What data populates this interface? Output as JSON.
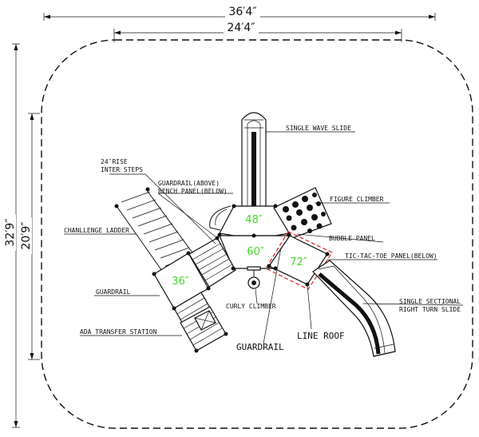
{
  "dimensions": {
    "outer_width": "36′4″",
    "inner_width": "24′4″",
    "outer_height": "32′9″",
    "inner_height": "20′9″"
  },
  "decks": {
    "d48": "48″",
    "d60": "60″",
    "d72": "72″",
    "d36": "36″"
  },
  "labels": {
    "single_wave_slide": "SINGLE WAVE SLIDE",
    "rise_steps_line1": "24″RISE",
    "rise_steps_line2": "INTER STEPS",
    "guardrail_bench_line1": "GUARDRAIL(ABOVE)",
    "guardrail_bench_line2": "BENCH PANEL(BELOW)",
    "figure_climber": "FIGURE CLIMBER",
    "challenge_ladder": "CHANLLENGE LADDER",
    "bubble_panel": "BUBBLE PANEL",
    "tic_tac_toe": "TIC-TAC-TOE PANEL(BELOW)",
    "guardrail_left": "GUARDRAIL",
    "curly_climber": "CURLY CLIMBER",
    "single_sectional_line1": "SINGLE SECTIONAL",
    "single_sectional_line2": "RIGHT TURN SLIDE",
    "ada_transfer": "ADA TRANSFER STATION",
    "line_roof": "LINE ROOF",
    "guardrail_bottom": "GUARDRAIL"
  },
  "colors": {
    "deck_label": "#44d62c",
    "roof_outline": "#e02020",
    "line": "#111111"
  }
}
